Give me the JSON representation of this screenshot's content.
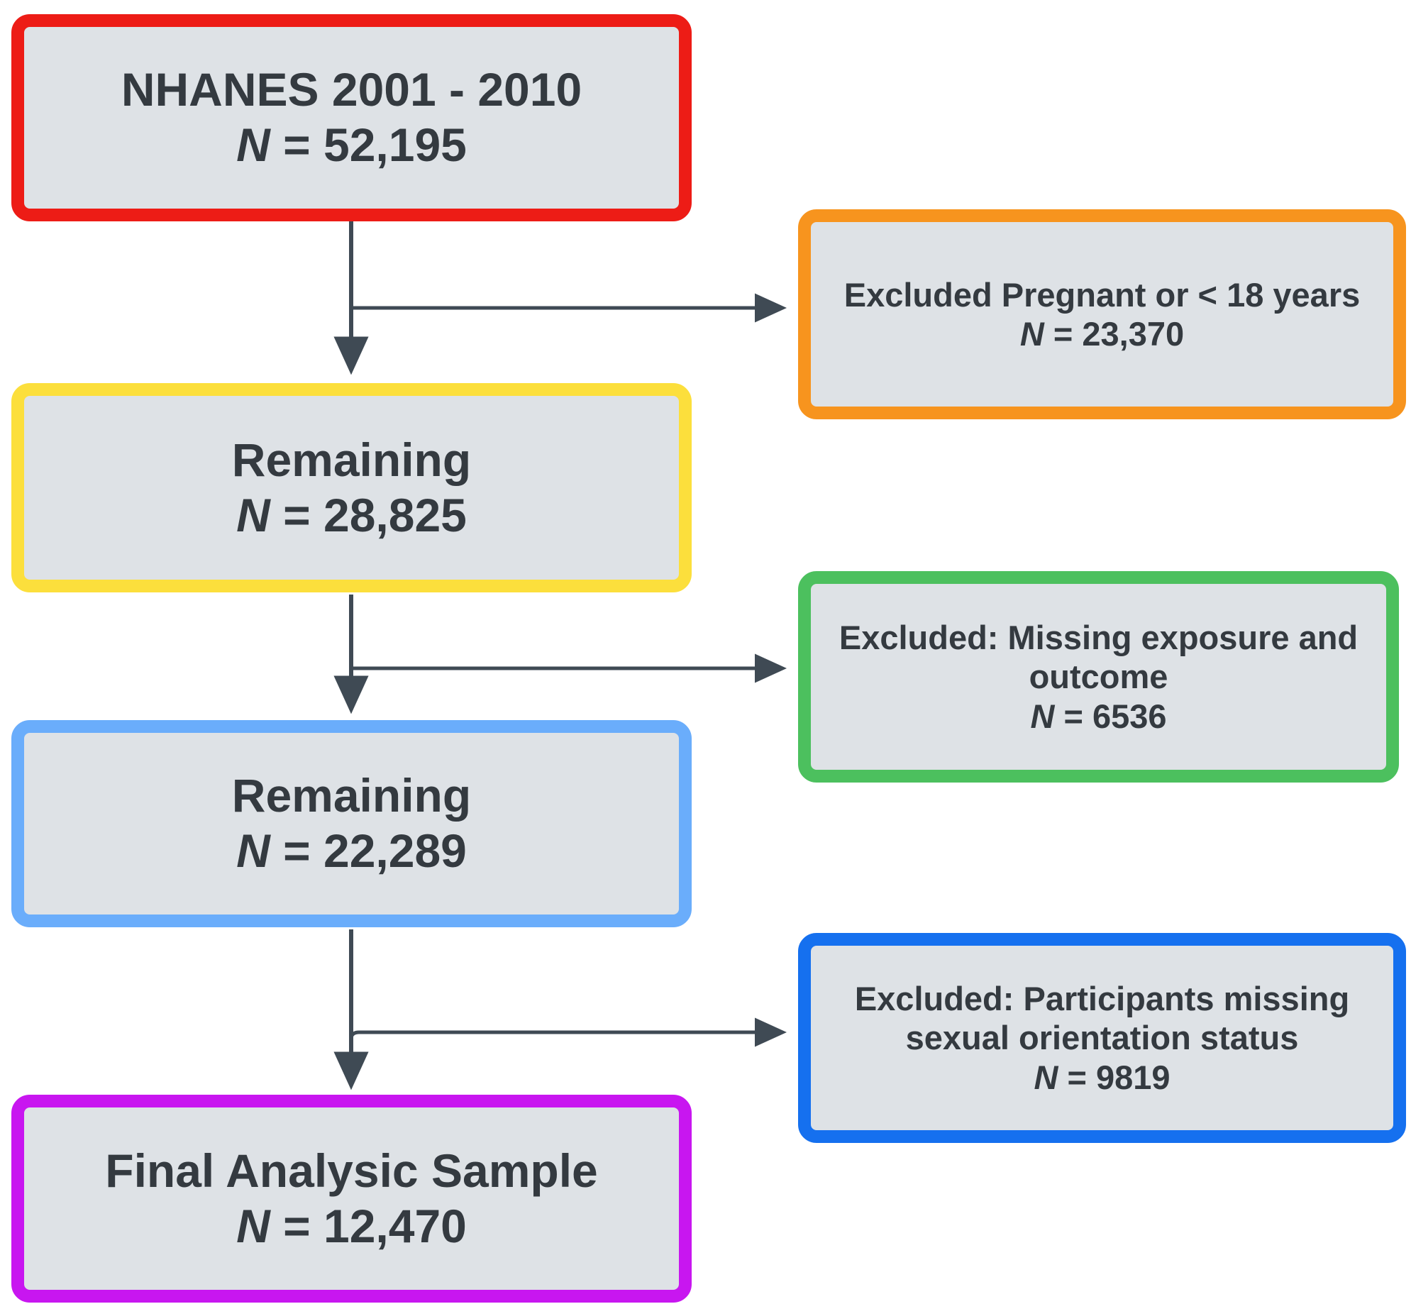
{
  "diagram": {
    "type": "participant-flow-diagram",
    "title": "NHANES participant selection flow",
    "fill_color": "#dee2e6",
    "text_color": "#343a40",
    "connector_color": "#3f4a54",
    "background": "#ffffff"
  },
  "nodes": [
    {
      "id": "source",
      "role": "cohort",
      "border_color": "#ed1c16",
      "border_name": "red",
      "lines": [
        "NHANES 2001 - 2010",
        "N = 52,195"
      ],
      "label": "NHANES 2001 - 2010",
      "n_label": "N",
      "n_value": "52,195"
    },
    {
      "id": "excluded-1",
      "role": "exclusion",
      "border_color": "#f7941e",
      "border_name": "orange",
      "lines": [
        "Excluded Pregnant or < 18 years",
        "N = 23,370"
      ],
      "label": "Excluded Pregnant or < 18 years",
      "n_label": "N",
      "n_value": "23,370"
    },
    {
      "id": "remaining-1",
      "role": "cohort",
      "border_color": "#fcdf3c",
      "border_name": "yellow",
      "lines": [
        "Remaining",
        "N = 28,825"
      ],
      "label": "Remaining",
      "n_label": "N",
      "n_value": "28,825"
    },
    {
      "id": "excluded-2",
      "role": "exclusion",
      "border_color": "#4cc05e",
      "border_name": "green",
      "lines": [
        "Excluded: Missing exposure and outcome",
        "N = 6536"
      ],
      "label": "Excluded: Missing exposure and outcome",
      "n_label": "N",
      "n_value": "6536"
    },
    {
      "id": "remaining-2",
      "role": "cohort",
      "border_color": "#6aadfb",
      "border_name": "light-blue",
      "lines": [
        "Remaining",
        "N = 22,289"
      ],
      "label": "Remaining",
      "n_label": "N",
      "n_value": "22,289"
    },
    {
      "id": "excluded-3",
      "role": "exclusion",
      "border_color": "#1570ef",
      "border_name": "blue",
      "lines": [
        "Excluded: Participants missing sexual orientation status",
        "N = 9819"
      ],
      "label": "Excluded: Participants missing sexual orientation status",
      "n_label": "N",
      "n_value": "9819"
    },
    {
      "id": "final",
      "role": "cohort",
      "border_color": "#c816f0",
      "border_name": "purple",
      "lines": [
        "Final Analysic Sample",
        "N = 12,470"
      ],
      "label": "Final Analysic Sample",
      "n_label": "N",
      "n_value": "12,470"
    }
  ],
  "node_text": {
    "source_title": "NHANES 2001 - 2010",
    "source_n": "N = 52,195",
    "source_n_italic": "N",
    "source_n_rest": " = 52,195",
    "excl1_title": "Excluded Pregnant or < 18 years",
    "excl1_n_italic": "N",
    "excl1_n_rest": " = 23,370",
    "remain1_title": "Remaining",
    "remain1_n_italic": "N",
    "remain1_n_rest": " = 28,825",
    "excl2_title": "Excluded: Missing exposure and outcome",
    "excl2_n_italic": "N",
    "excl2_n_rest": " = 6536",
    "remain2_title": "Remaining",
    "remain2_n_italic": "N",
    "remain2_n_rest": " = 22,289",
    "excl3_title": "Excluded: Participants missing sexual orientation status",
    "excl3_n_italic": "N",
    "excl3_n_rest": " = 9819",
    "final_title": "Final Analysic Sample",
    "final_n_italic": "N",
    "final_n_rest": " = 12,470"
  },
  "edges": [
    {
      "id": "edge-1",
      "from": "source",
      "to": "remaining-1",
      "branch_to": "excluded-1",
      "arrow": "down-and-right"
    },
    {
      "id": "edge-2",
      "from": "remaining-1",
      "to": "remaining-2",
      "branch_to": "excluded-2",
      "arrow": "down-and-right"
    },
    {
      "id": "edge-3",
      "from": "remaining-2",
      "to": "final",
      "branch_to": "excluded-3",
      "arrow": "down-and-right"
    }
  ]
}
